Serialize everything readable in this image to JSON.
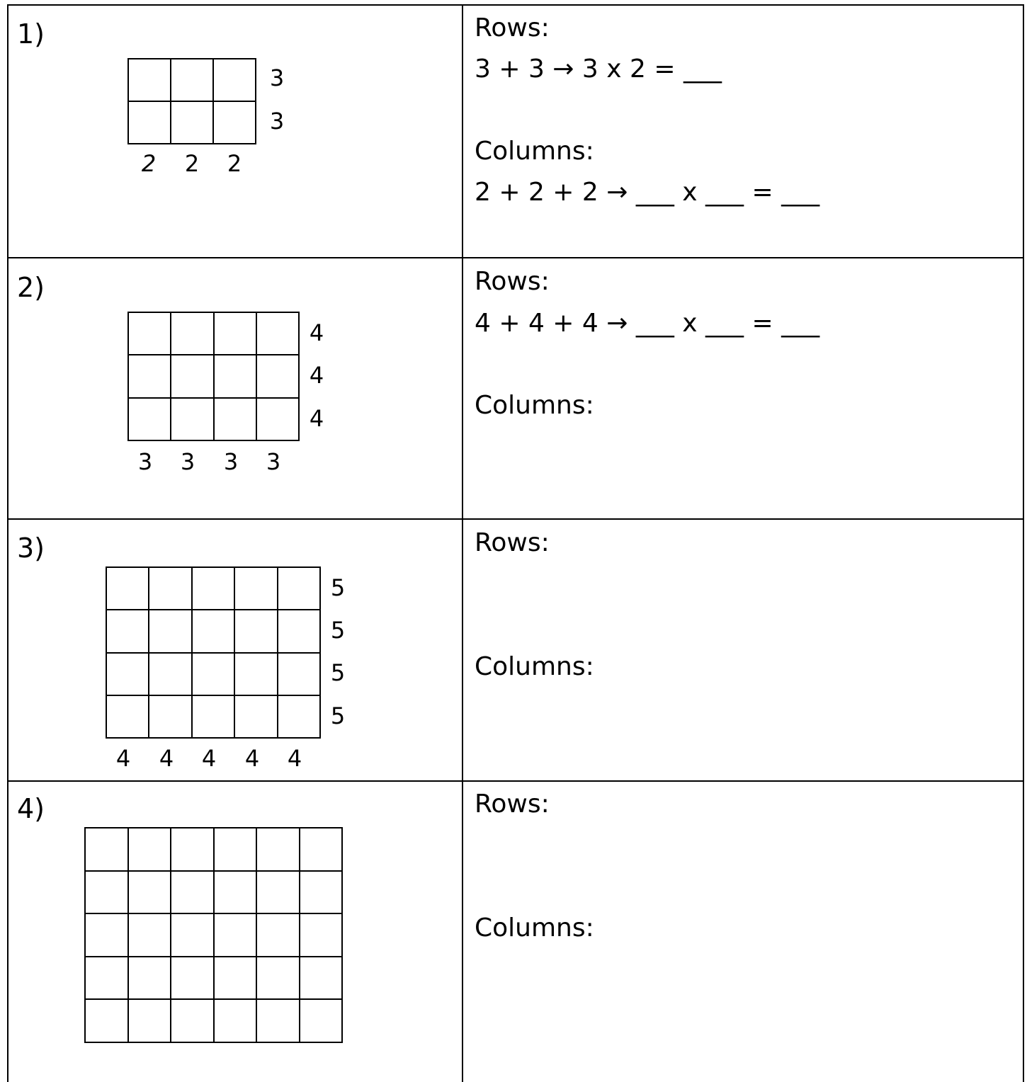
{
  "problems": [
    {
      "number": "1)",
      "grid": {
        "rows": 2,
        "cols": 3
      },
      "row_labels": [
        "3",
        "3"
      ],
      "col_labels": [
        "2",
        "2",
        "2"
      ],
      "text_lines": [
        "Rows:",
        "3 + 3 → 3 x 2 = ___",
        "",
        "Columns:",
        "2 + 2 + 2 → ___ x ___ = ___"
      ]
    },
    {
      "number": "2)",
      "grid": {
        "rows": 3,
        "cols": 4
      },
      "row_labels": [
        "4",
        "4",
        "4"
      ],
      "col_labels": [
        "3",
        "3",
        "3",
        "3"
      ],
      "text_lines": [
        "Rows:",
        "4 + 4 + 4 → ___ x ___ = ___",
        "",
        "Columns:"
      ]
    },
    {
      "number": "3)",
      "grid": {
        "rows": 4,
        "cols": 5
      },
      "row_labels": [
        "5",
        "5",
        "5",
        "5"
      ],
      "col_labels": [
        "4",
        "4",
        "4",
        "4",
        "4"
      ],
      "text_lines": [
        "Rows:",
        "",
        "",
        "Columns:"
      ]
    },
    {
      "number": "4)",
      "grid": {
        "rows": 5,
        "cols": 6
      },
      "row_labels": [],
      "col_labels": [],
      "text_lines": [
        "Rows:",
        "",
        "",
        "Columns:"
      ]
    }
  ]
}
